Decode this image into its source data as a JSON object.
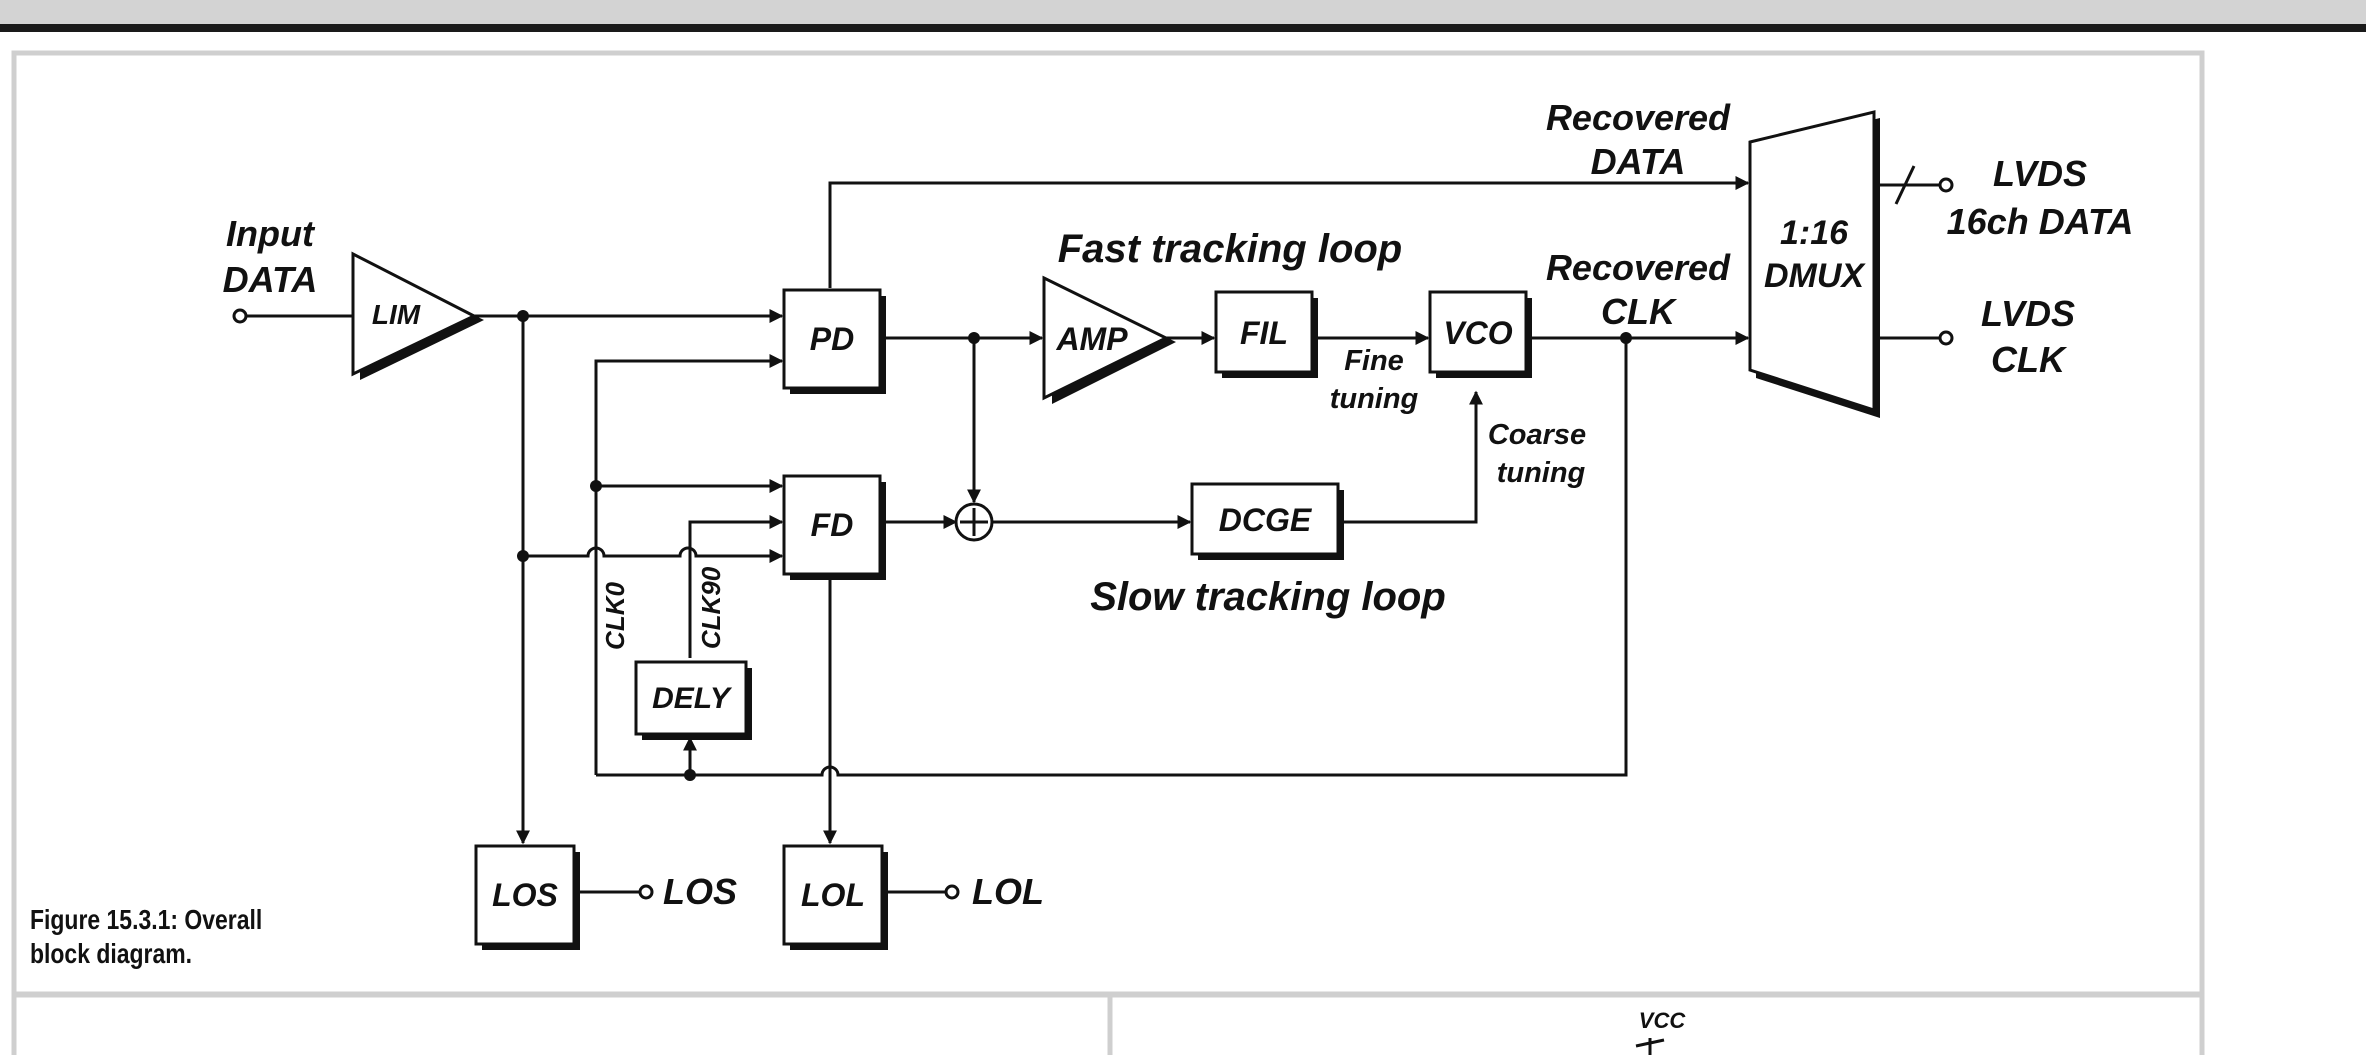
{
  "caption": {
    "line1": "Figure 15.3.1: Overall",
    "line2": "block diagram."
  },
  "blocks": {
    "lim": "LIM",
    "pd": "PD",
    "fd": "FD",
    "amp": "AMP",
    "fil": "FIL",
    "vco": "VCO",
    "dcge": "DCGE",
    "dely": "DELY",
    "los": "LOS",
    "lol": "LOL",
    "dmux_line1": "1:16",
    "dmux_line2": "DMUX"
  },
  "labels": {
    "input_line1": "Input",
    "input_line2": "DATA",
    "recovered_data_line1": "Recovered",
    "recovered_data_line2": "DATA",
    "recovered_clk_line1": "Recovered",
    "recovered_clk_line2": "CLK",
    "fast_loop": "Fast tracking loop",
    "slow_loop": "Slow tracking loop",
    "fine_line1": "Fine",
    "fine_line2": "tuning",
    "coarse_line1": "Coarse",
    "coarse_line2": "tuning",
    "clk0": "CLK0",
    "clk90": "CLK90",
    "lvds_data_line1": "LVDS",
    "lvds_data_line2": "16ch DATA",
    "lvds_clk_line1": "LVDS",
    "lvds_clk_line2": "CLK",
    "los_out": "LOS",
    "lol_out": "LOL",
    "vcc": "VCC"
  }
}
